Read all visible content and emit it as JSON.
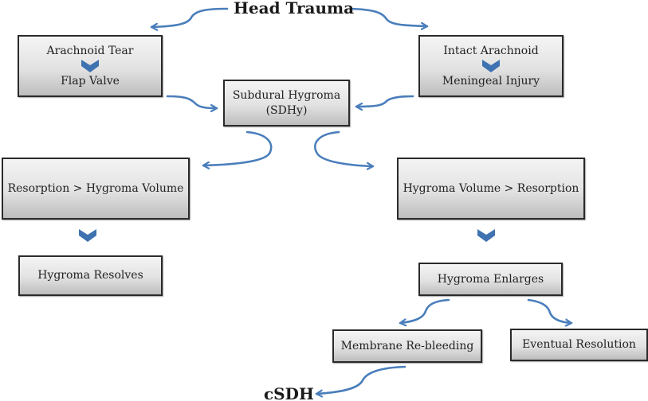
{
  "diagram": {
    "colors": {
      "arrow": "#4a7ebb",
      "box_border": "#2a2a2a",
      "chevron": "#3f72b0"
    },
    "root": "Head Trauma",
    "terminal": "cSDH",
    "nodes": {
      "arachnoid_tear": {
        "top": "Arachnoid Tear",
        "bottom": "Flap Valve"
      },
      "intact_arachnoid": {
        "top": "Intact Arachnoid",
        "bottom": "Meningeal Injury"
      },
      "sdhy": {
        "line1": "Subdural Hygroma",
        "line2": "(SDHy)"
      },
      "resorption_gt": "Resorption > Hygroma Volume",
      "volume_gt": "Hygroma Volume > Resorption",
      "resolves": "Hygroma Resolves",
      "enlarges": "Hygroma Enlarges",
      "rebleeding": "Membrane Re-bleeding",
      "eventual_resolution": "Eventual Resolution"
    },
    "edges": [
      {
        "from": "Head Trauma",
        "to": "Arachnoid Tear / Flap Valve"
      },
      {
        "from": "Head Trauma",
        "to": "Intact Arachnoid / Meningeal Injury"
      },
      {
        "from": "Arachnoid Tear",
        "to": "Flap Valve"
      },
      {
        "from": "Intact Arachnoid",
        "to": "Meningeal Injury"
      },
      {
        "from": "Flap Valve",
        "to": "Subdural Hygroma (SDHy)"
      },
      {
        "from": "Meningeal Injury",
        "to": "Subdural Hygroma (SDHy)"
      },
      {
        "from": "Subdural Hygroma (SDHy)",
        "to": "Resorption > Hygroma Volume"
      },
      {
        "from": "Subdural Hygroma (SDHy)",
        "to": "Hygroma Volume > Resorption"
      },
      {
        "from": "Resorption > Hygroma Volume",
        "to": "Hygroma Resolves"
      },
      {
        "from": "Hygroma Volume > Resorption",
        "to": "Hygroma Enlarges"
      },
      {
        "from": "Hygroma Enlarges",
        "to": "Membrane Re-bleeding"
      },
      {
        "from": "Hygroma Enlarges",
        "to": "Eventual Resolution"
      },
      {
        "from": "Membrane Re-bleeding",
        "to": "cSDH"
      }
    ]
  }
}
